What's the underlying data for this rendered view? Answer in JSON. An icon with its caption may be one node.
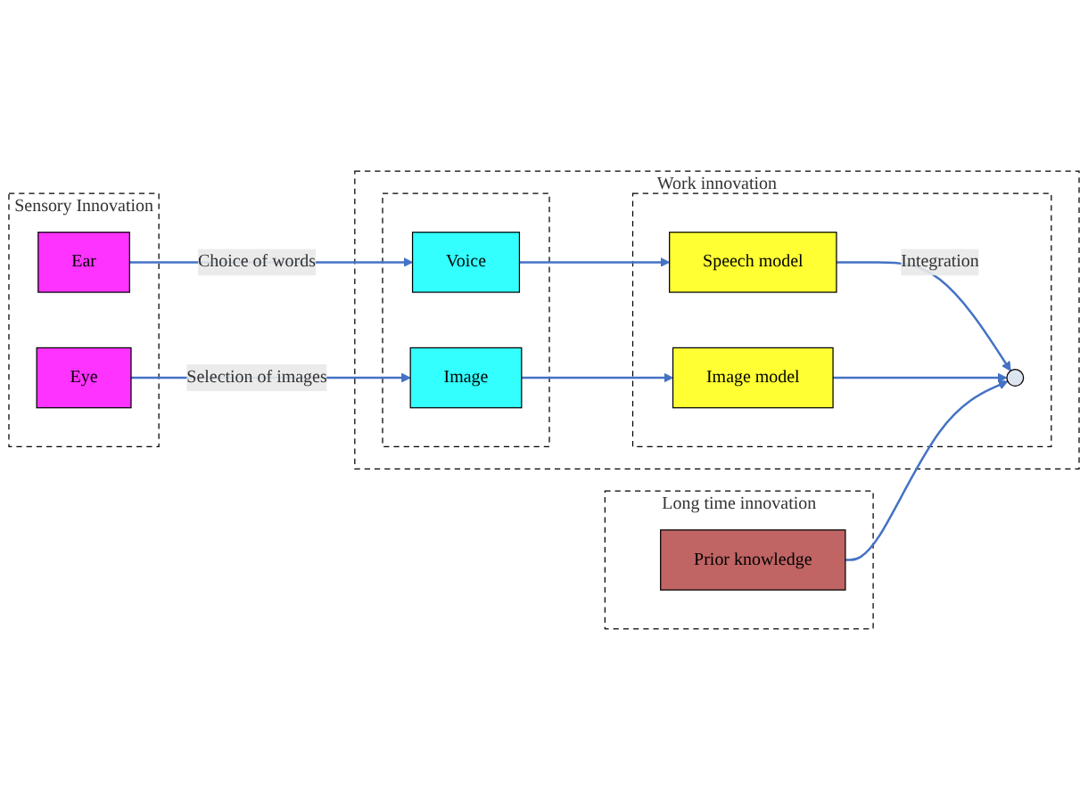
{
  "diagram": {
    "nodes": [
      {
        "text": [
          "Sensory Innovation"
        ]
      },
      {
        "text": [
          "Ear"
        ],
        "in": 0
      },
      {
        "text": [
          "Eye"
        ],
        "in": 0
      },
      {
        "text": [
          "Work innovation"
        ]
      },
      {
        "text": [],
        "shape": "box",
        "in": 3
      },
      {
        "text": [
          "Voice"
        ],
        "in": 4
      },
      {
        "text": [
          "Image"
        ],
        "in": 4
      },
      {
        "text": [],
        "shape": "box",
        "in": 3
      },
      {
        "text": [
          "Speech model"
        ],
        "in": 7
      },
      {
        "text": [
          "Image model"
        ],
        "in": 7
      },
      {
        "text": [],
        "shape": "circle",
        "in": 7
      },
      {
        "text": [
          "Long time innovation"
        ]
      },
      {
        "text": [
          "Prior knowledge"
        ],
        "in": 11
      }
    ],
    "edges": [
      {
        "from": 1,
        "to": 5,
        "arrow": "to",
        "label": "Choice of words"
      },
      {
        "from": 2,
        "to": 6,
        "arrow": "to",
        "label": "Selection of images"
      },
      {
        "from": 5,
        "to": 8,
        "arrow": "to"
      },
      {
        "from": 6,
        "to": 9,
        "arrow": "to"
      },
      {
        "from": 8,
        "to": 10,
        "arrow": "to",
        "label": "Integration"
      },
      {
        "from": 9,
        "to": 10,
        "arrow": "to"
      },
      {
        "from": 12,
        "to": 10,
        "arrow": "to"
      }
    ]
  }
}
